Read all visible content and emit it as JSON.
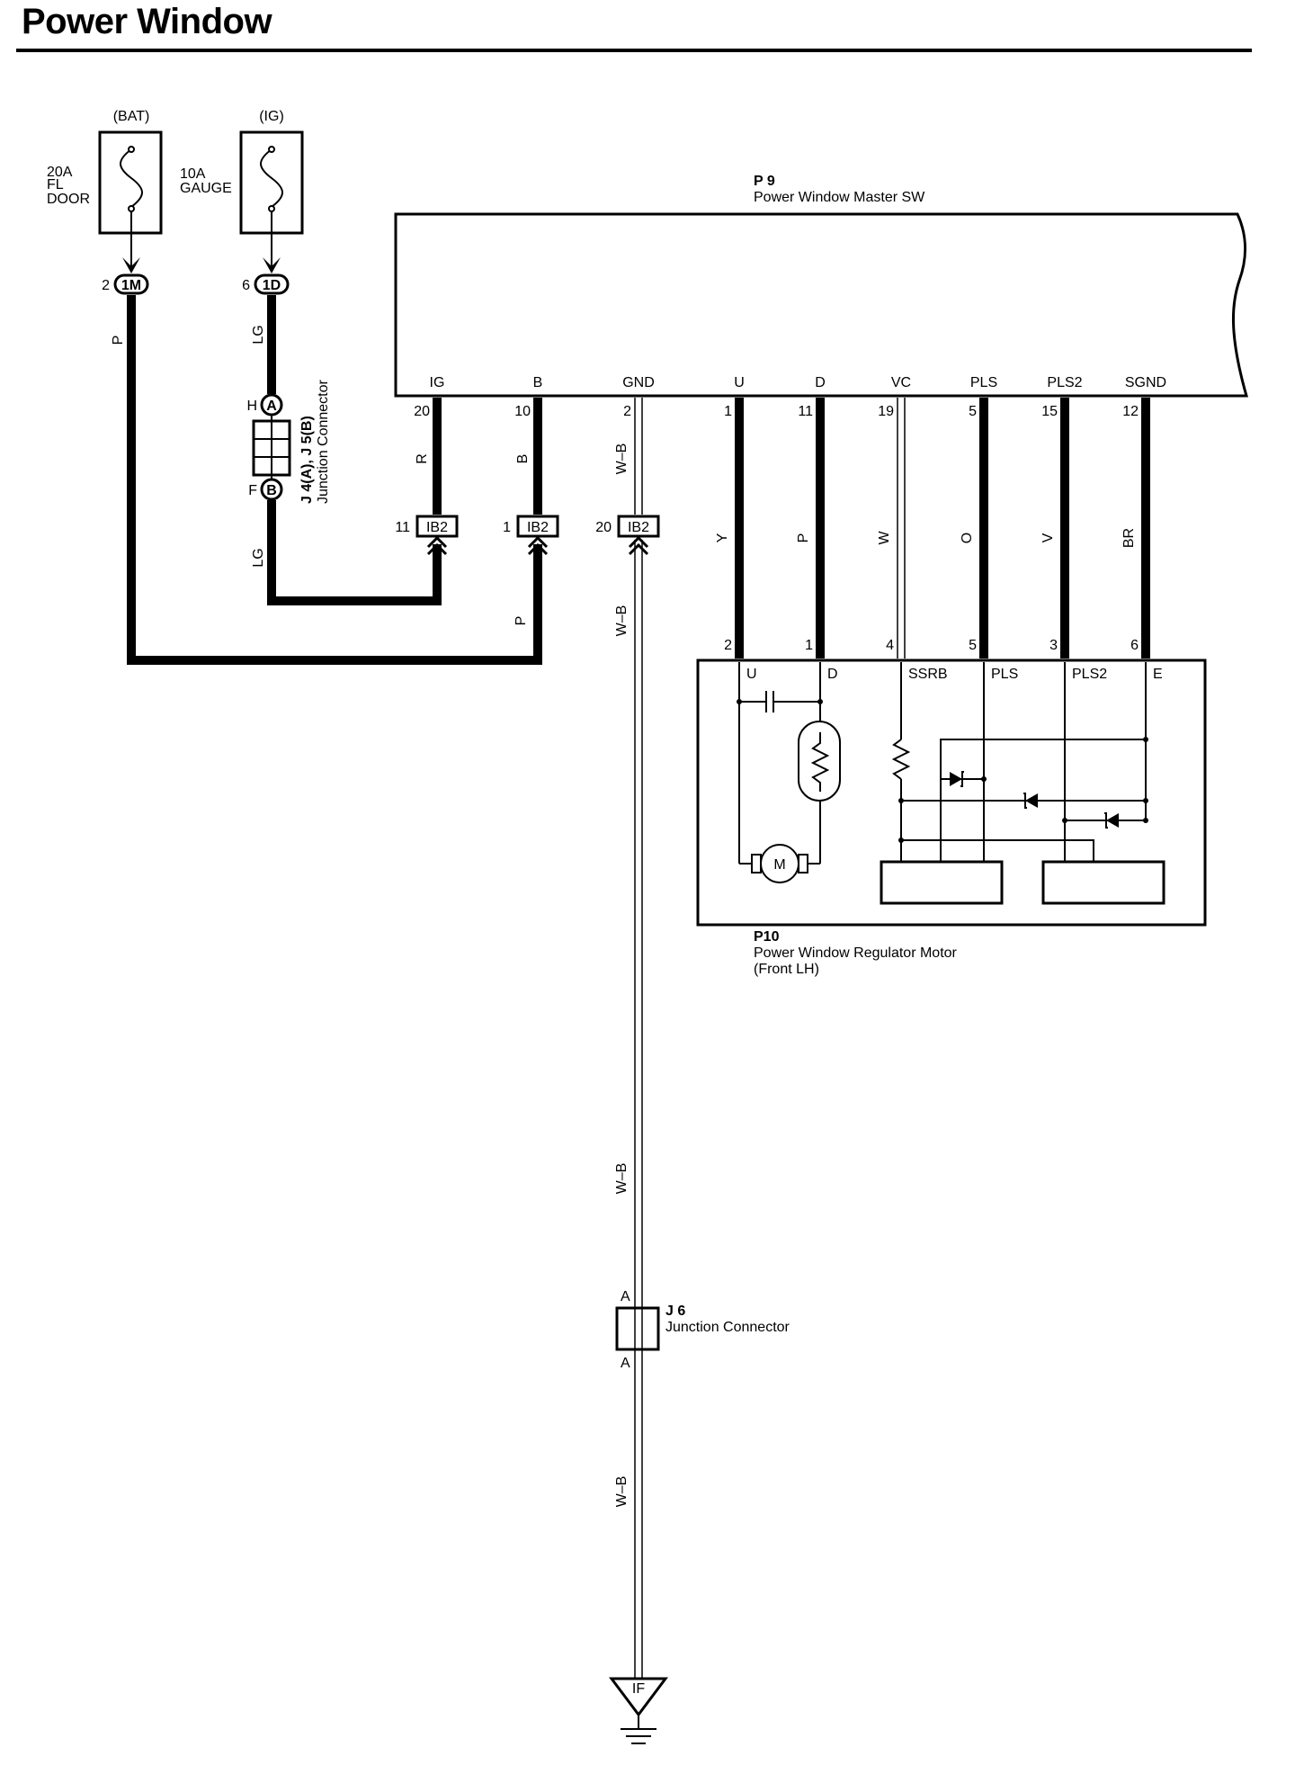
{
  "title": "Power Window",
  "fuses": [
    {
      "source": "(BAT)",
      "rating": "20A",
      "name_l1": "FL",
      "name_l2": "DOOR",
      "conn_pin": "2",
      "conn": "1M",
      "wire": "P"
    },
    {
      "source": "(IG)",
      "rating": "10A",
      "name_l1": "GAUGE",
      "name_l2": "",
      "conn_pin": "6",
      "conn": "1D",
      "wire": "LG"
    }
  ],
  "junction_j4j5": {
    "pin_top": "H",
    "conn_top": "A",
    "pin_bottom": "F",
    "conn_bottom": "B",
    "name": "J 4(A), J 5(B)",
    "desc": "Junction Connector",
    "wire_out": "LG"
  },
  "p9": {
    "code": "P 9",
    "name": "Power Window Master SW",
    "terminals": [
      {
        "label": "IG",
        "pin": "20",
        "wire": "R",
        "ib2_pin": "11",
        "ib2": "IB2"
      },
      {
        "label": "B",
        "pin": "10",
        "wire": "B",
        "ib2_pin": "1",
        "ib2": "IB2",
        "wire_below": "P"
      },
      {
        "label": "GND",
        "pin": "2",
        "wire": "W–B",
        "ib2_pin": "20",
        "ib2": "IB2",
        "wire_below": "W–B"
      },
      {
        "label": "U",
        "pin": "1",
        "wire": "Y",
        "p10_pin": "2"
      },
      {
        "label": "D",
        "pin": "11",
        "wire": "P",
        "p10_pin": "1"
      },
      {
        "label": "VC",
        "pin": "19",
        "wire": "W",
        "p10_pin": "4"
      },
      {
        "label": "PLS",
        "pin": "5",
        "wire": "O",
        "p10_pin": "5"
      },
      {
        "label": "PLS2",
        "pin": "15",
        "wire": "V",
        "p10_pin": "3"
      },
      {
        "label": "SGND",
        "pin": "12",
        "wire": "BR",
        "p10_pin": "6"
      }
    ]
  },
  "p10": {
    "code": "P10",
    "name": "Power Window Regulator Motor",
    "sub": "(Front LH)",
    "terminals": [
      "U",
      "D",
      "SSRB",
      "PLS",
      "PLS2",
      "E"
    ],
    "motor": "M"
  },
  "j6": {
    "code": "J 6",
    "desc": "Junction Connector",
    "pin_top": "A",
    "pin_bottom": "A"
  },
  "gnd_wire_labels": [
    "W–B",
    "W–B"
  ],
  "ground": "IF"
}
